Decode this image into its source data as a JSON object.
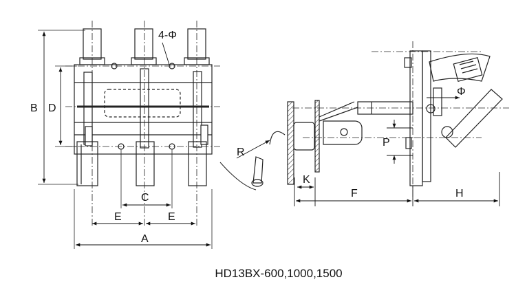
{
  "caption": "HD13BX-600,1000,1500",
  "front_view": {
    "dim_A": "A",
    "dim_B": "B",
    "dim_C": "C",
    "dim_D": "D",
    "dim_E_left": "E",
    "dim_E_right": "E",
    "hole_note": "4-Φ"
  },
  "side_view": {
    "dim_R": "R",
    "dim_K": "K",
    "dim_F": "F",
    "dim_H": "H",
    "dim_P": "P",
    "dim_phi": "Φ"
  }
}
